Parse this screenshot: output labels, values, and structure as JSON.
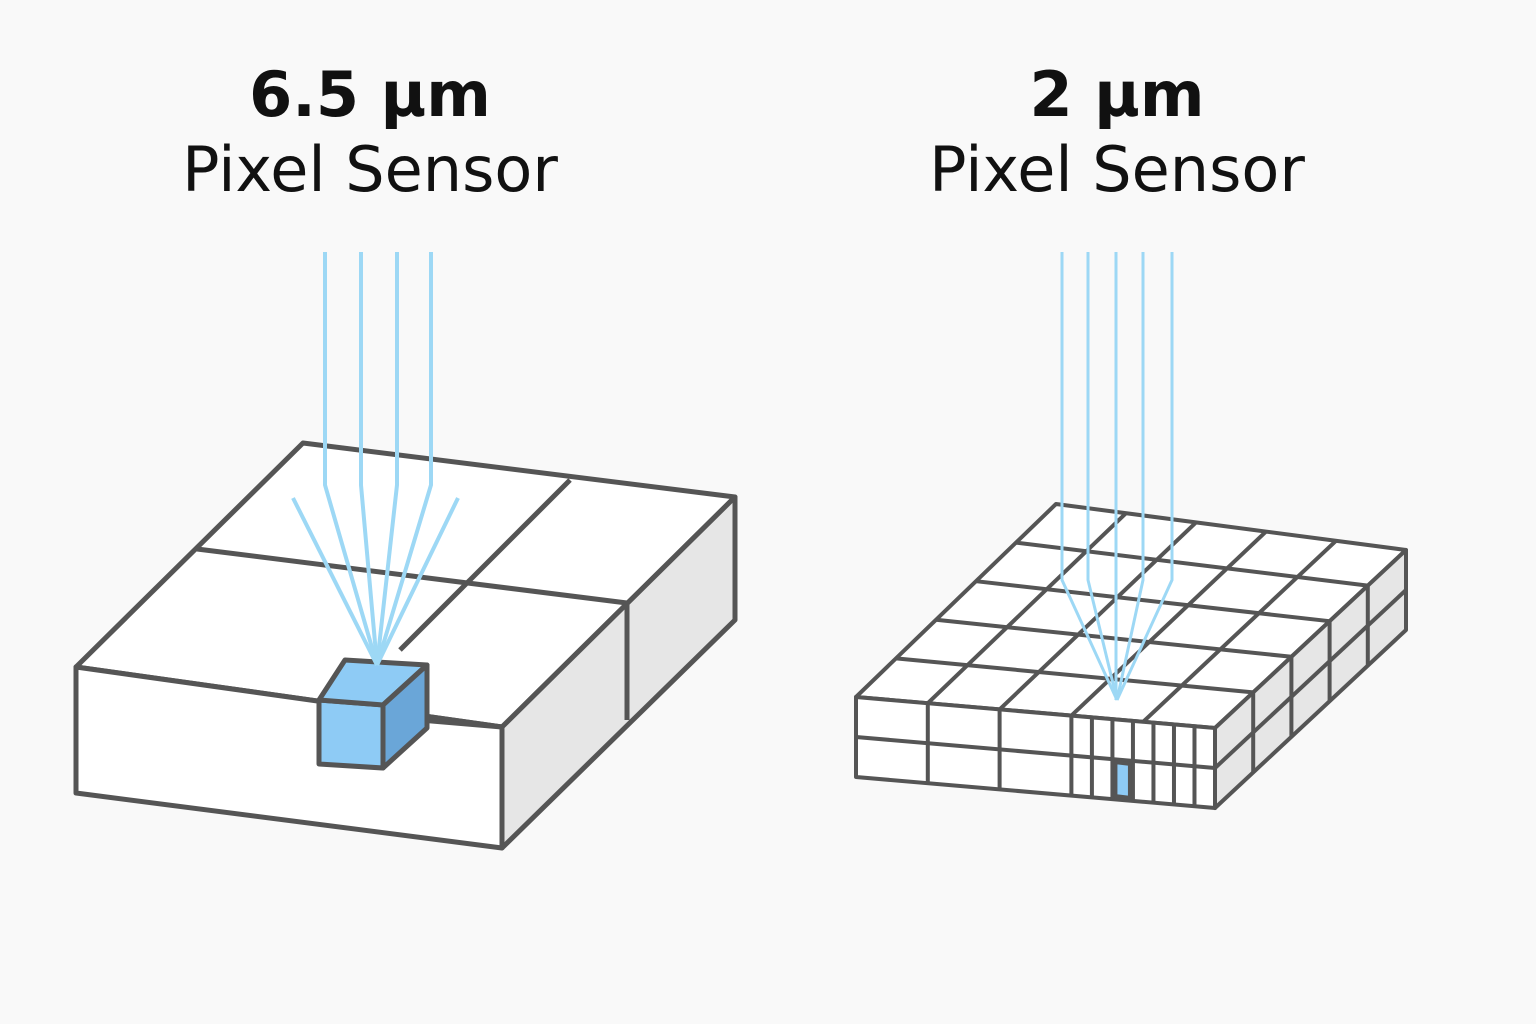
{
  "left_panel": {
    "size": "6.5 µm",
    "label": "Pixel Sensor"
  },
  "right_panel": {
    "size": "2 µm",
    "label": "Pixel Sensor"
  },
  "colors": {
    "outline": "#555555",
    "ray": "#9dd8f5",
    "pixel": "#8ecbf5",
    "pixel_dark": "#6aa6d8",
    "side": "#e6e6e6"
  }
}
